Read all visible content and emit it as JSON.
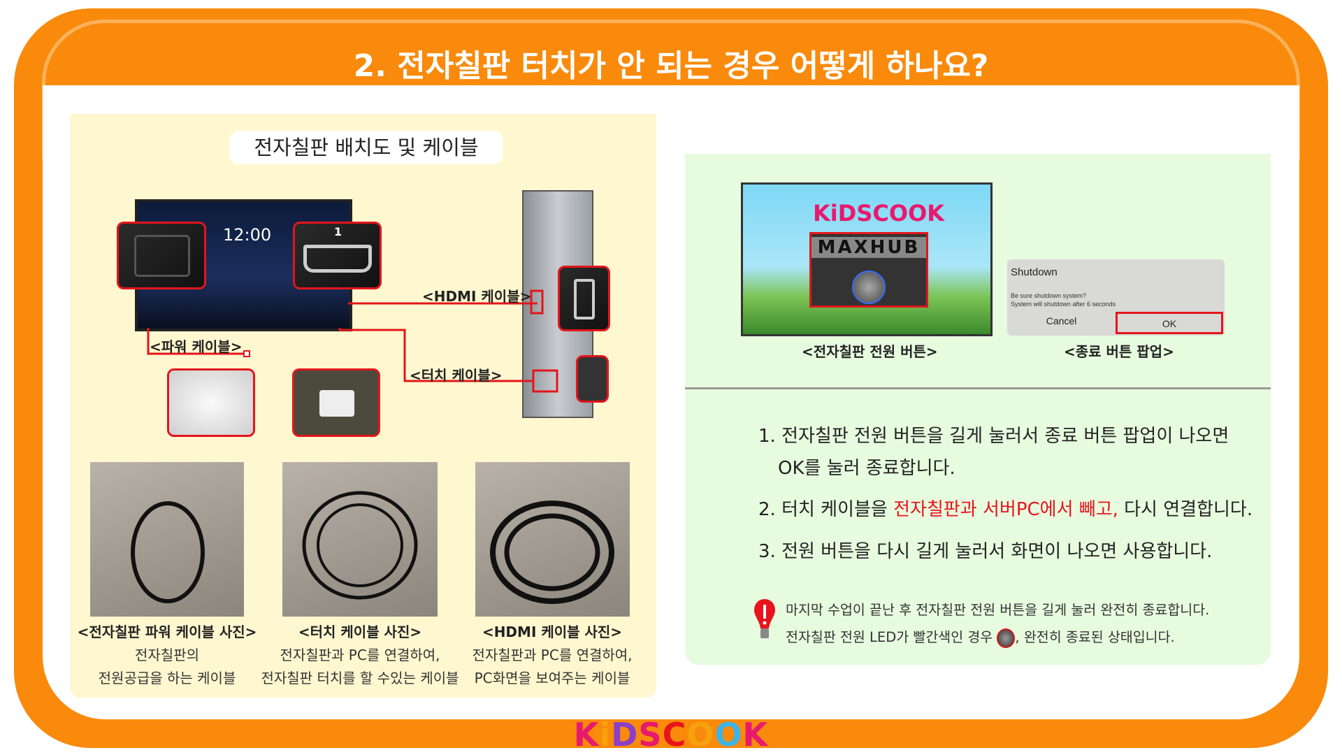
{
  "title": "2. 전자칠판 터치가 안 되는 경우 어떻게 하나요?",
  "left_panel": {
    "heading": "전자칠판 배치도 및 케이블",
    "monitor_time": "12:00",
    "hdmi_port_number": "1",
    "labels": {
      "hdmi": "<HDMI 케이블>",
      "power": "<파워 케이블>",
      "touch": "<터치 케이블>"
    },
    "cables": [
      {
        "title": "<전자칠판 파워 케이블 사진>",
        "line1": "전자칠판의",
        "line2": "전원공급을 하는 케이블"
      },
      {
        "title": "<터치 케이블 사진>",
        "line1": "전자칠판과 PC를 연결하여,",
        "line2": "전자칠판 터치를 할 수있는 케이블"
      },
      {
        "title": "<HDMI 케이블 사진>",
        "line1": "전자칠판과 PC를 연결하여,",
        "line2": "PC화면을 보여주는 케이블"
      }
    ]
  },
  "right_panel": {
    "screen_logo": "KiDSCOOK",
    "screen_brand": "MAXHUB",
    "screen_caption": "<전자칠판 전원 버튼>",
    "popup": {
      "title": "Shutdown",
      "message1": "Be sure shutdown system?",
      "message2": "System will shutdown after 6 seconds",
      "cancel": "Cancel",
      "ok": "OK"
    },
    "popup_caption": "<종료 버튼 팝업>",
    "steps": {
      "s1a": "1. 전자칠판 전원 버튼을 길게 눌러서 종료 버튼 팝업이 나오면",
      "s1b": "OK를 눌러 종료합니다.",
      "s2a": "2. 터치 케이블을 ",
      "s2red": "전자칠판과 서버PC에서 빼고,",
      "s2b": " 다시 연결합니다.",
      "s3": "3. 전원 버튼을 다시 길게 눌러서 화면이 나오면 사용합니다."
    },
    "note1": "마지막 수업이 끝난 후 전자칠판 전원 버튼을 길게 눌러 완전히 종료합니다.",
    "note2a": "전자칠판 전원 LED가 빨간색인 경우 ",
    "note2b": ", 완전히 종료된 상태입니다."
  },
  "footer_logo": "KiDSCOOK",
  "colors": {
    "orange": "#f98a0c",
    "red": "#e8141c",
    "left_bg": "#fff7cf",
    "right_bg": "#e7fbdf"
  }
}
